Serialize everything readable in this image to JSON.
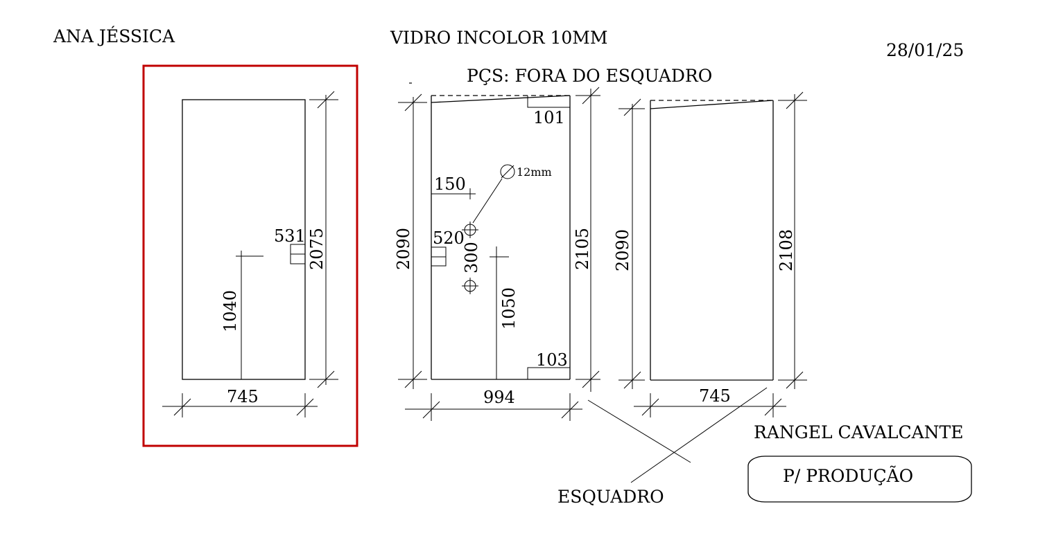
{
  "header": {
    "client": "ANA JÉSSICA",
    "material": "VIDRO INCOLOR 10MM",
    "date": "28/01/25",
    "note": "PÇS: FORA DO ESQUADRO"
  },
  "panel_left": {
    "width": "745",
    "height": "2075",
    "hole_height": "1040",
    "cutout": "531"
  },
  "panel_middle": {
    "width": "994",
    "height_left": "2090",
    "height_right": "2105",
    "top_notch": "101",
    "bottom_notch": "103",
    "hole_offset": "150",
    "hole_diameter": "12mm",
    "hole_spacing": "300",
    "cutout": "520",
    "hole_height": "1050"
  },
  "panel_right": {
    "width": "745",
    "height_left": "2090",
    "height_right": "2108"
  },
  "footer": {
    "squaring_label": "ESQUADRO",
    "author": "RANGEL CAVALCANTE",
    "stamp": "P/ PRODUÇÃO"
  }
}
